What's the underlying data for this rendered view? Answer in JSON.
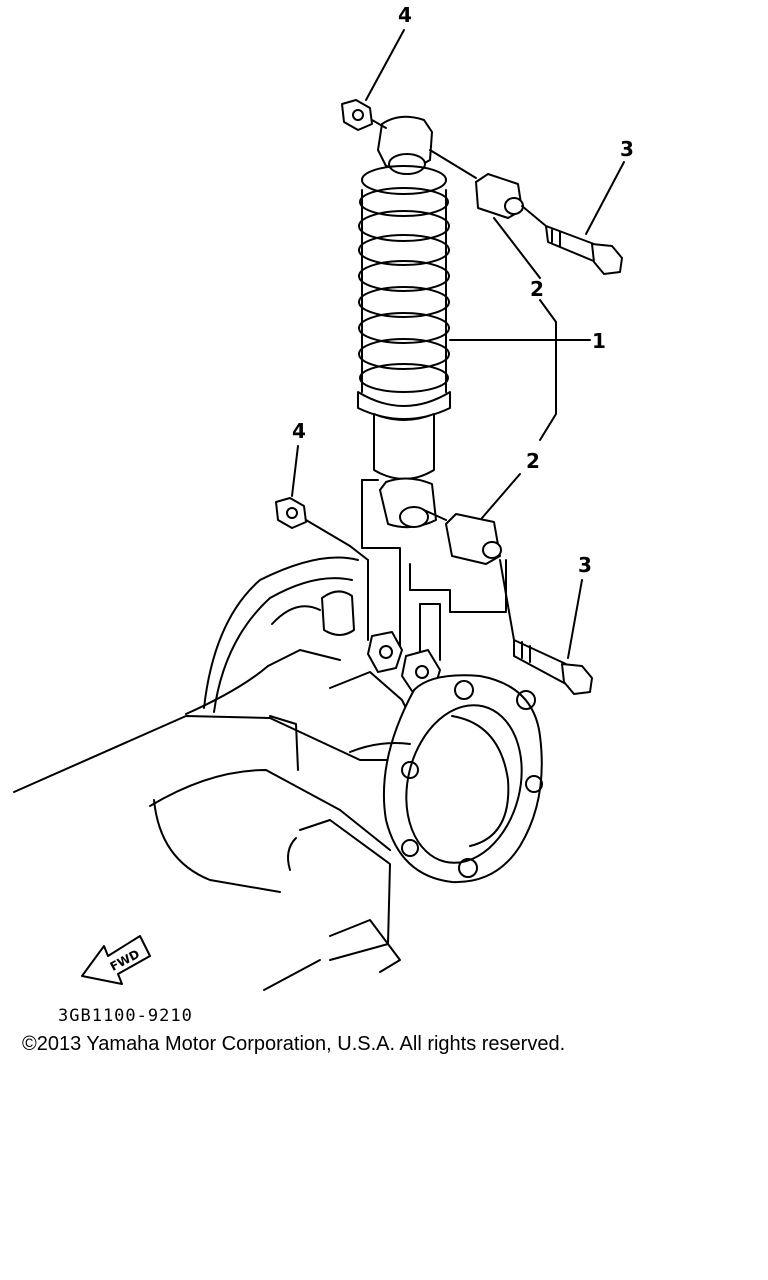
{
  "diagram": {
    "callouts": [
      {
        "id": "shock-absorber",
        "number": "1"
      },
      {
        "id": "bushing-upper",
        "number": "2"
      },
      {
        "id": "bushing-lower",
        "number": "2"
      },
      {
        "id": "bolt-upper",
        "number": "3"
      },
      {
        "id": "bolt-lower",
        "number": "3"
      },
      {
        "id": "nut-upper",
        "number": "4"
      },
      {
        "id": "nut-lower",
        "number": "4"
      }
    ],
    "fwd_arrow_label": "FWD"
  },
  "footer": {
    "drawing_code": "3GB1100-9210",
    "copyright": "©2013 Yamaha Motor Corporation, U.S.A. All rights reserved."
  }
}
